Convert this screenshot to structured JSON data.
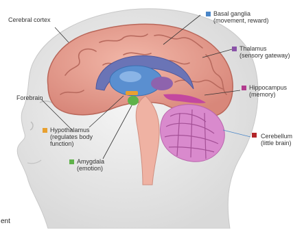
{
  "labels": {
    "cerebral_cortex": "Cerebral cortex",
    "forebrain": "Forebrain",
    "basal_ganglia": {
      "name": "Basal ganglia",
      "desc": "(movement, reward)",
      "color": "#4a86c8"
    },
    "thalamus": {
      "name": "Thalamus",
      "desc": "(sensory gateway)",
      "color": "#8a52a8"
    },
    "hippocampus": {
      "name": "Hippocampus",
      "desc": "(memory)",
      "color": "#b23b8e"
    },
    "cerebellum": {
      "name": "Cerebellum",
      "desc": "(little brain)",
      "color": "#b3262a"
    },
    "hypothalamus": {
      "name": "Hypothalamus",
      "desc1": "(regulates body",
      "desc2": "function)",
      "color": "#e8a030"
    },
    "amygdala": {
      "name": "Amygdala",
      "desc": "(emotion)",
      "color": "#5fb24a"
    }
  },
  "stray_text": "ent"
}
